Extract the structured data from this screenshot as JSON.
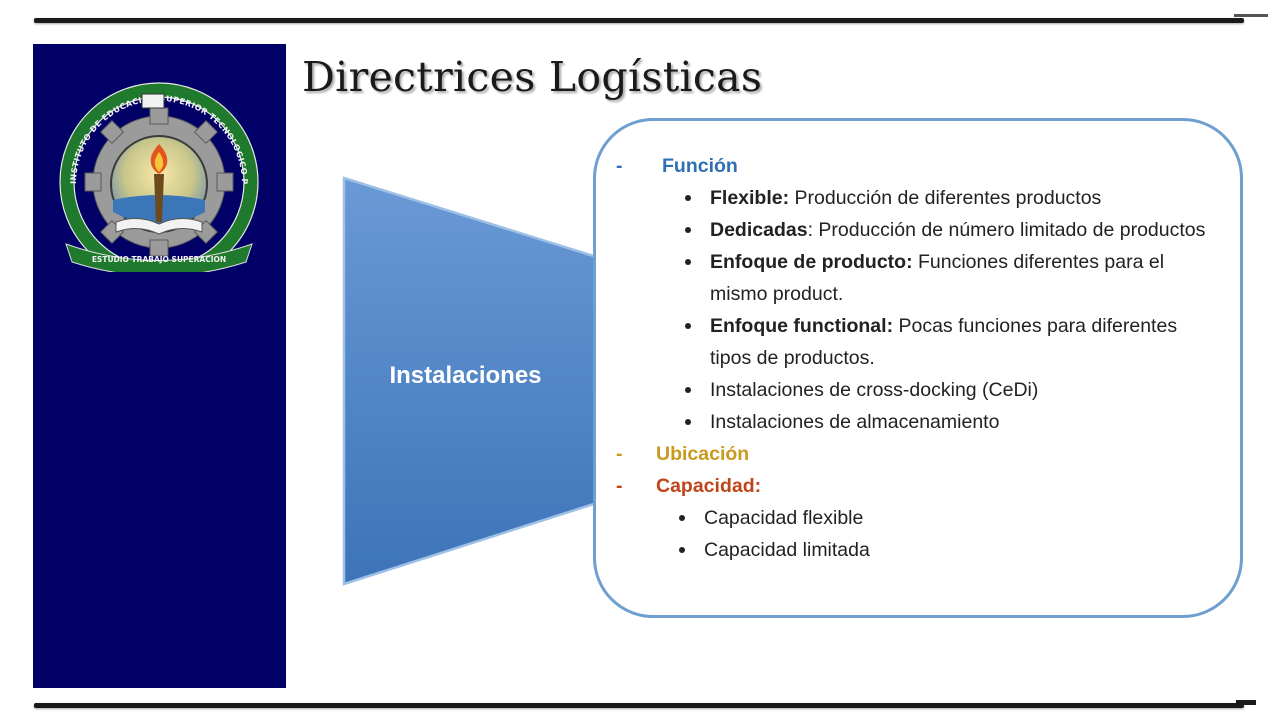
{
  "slide": {
    "title": "Directrices Logísticas"
  },
  "logo": {
    "ring_text": "INSTITUTO DE EDUCACION SUPERIOR TECNOLOGICO PUBLICO LUCIANO CASTILLO COLONNA",
    "motto": "ESTUDIO TRABAJO SUPERACION"
  },
  "arrow": {
    "label": "Instalaciones"
  },
  "content": {
    "funcion": {
      "dash": "-",
      "label": "Función",
      "color": "#2f6fb5",
      "items": [
        {
          "bold": "Flexible:",
          "text": " Producción de diferentes productos"
        },
        {
          "bold": "Dedicadas",
          "text": ": Producción de número limitado de productos"
        },
        {
          "bold": "Enfoque de producto:",
          "text": " Funciones diferentes para el mismo product."
        },
        {
          "bold": "Enfoque functional:",
          "text": " Pocas funciones para diferentes tipos de productos."
        },
        {
          "bold": "",
          "text": "Instalaciones de cross-docking (CeDi)"
        },
        {
          "bold": "",
          "text": "Instalaciones de almacenamiento"
        }
      ]
    },
    "ubicacion": {
      "dash": "-",
      "label": "Ubicación",
      "color": "#c99a1e"
    },
    "capacidad": {
      "dash": "-",
      "label": "Capacidad:",
      "color": "#c0441a",
      "items": [
        {
          "text": "Capacidad flexible"
        },
        {
          "text": "Capacidad limitada"
        }
      ]
    }
  },
  "colors": {
    "side_panel": "#000066",
    "arrow_top": "#6a9ad6",
    "arrow_bottom": "#3d73b8",
    "callout_border": "#6f9fd1"
  }
}
